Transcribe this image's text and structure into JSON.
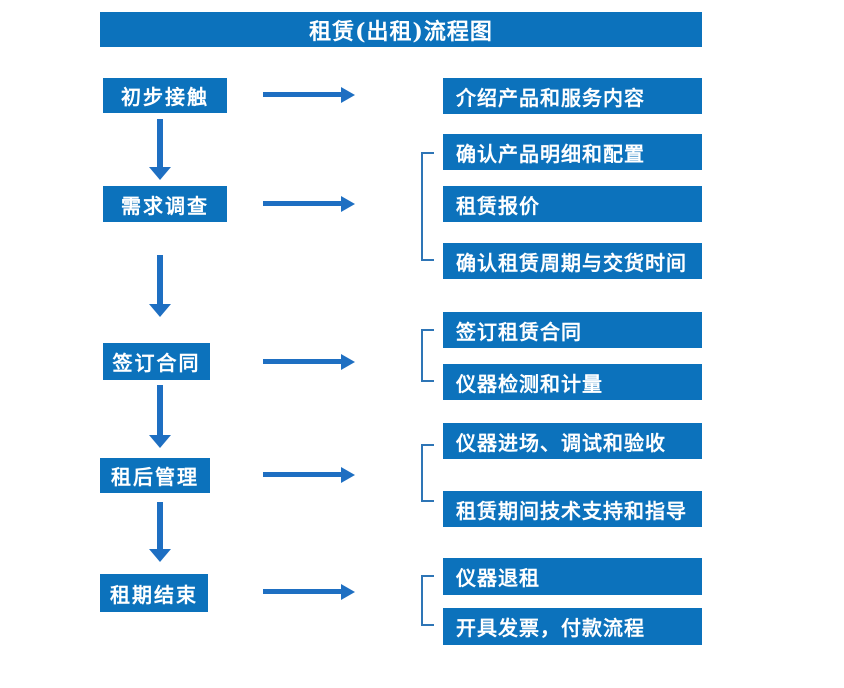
{
  "title": "租赁(出租)流程图",
  "steps": [
    {
      "label": "初步接触",
      "outputs": [
        "介绍产品和服务内容"
      ]
    },
    {
      "label": "需求调查",
      "outputs": [
        "确认产品明细和配置",
        "租赁报价",
        "确认租赁周期与交货时间"
      ]
    },
    {
      "label": "签订合同",
      "outputs": [
        "签订租赁合同",
        "仪器检测和计量"
      ]
    },
    {
      "label": "租后管理",
      "outputs": [
        "仪器进场、调试和验收",
        "租赁期间技术支持和指导"
      ]
    },
    {
      "label": "租期结束",
      "outputs": [
        "仪器退租",
        "开具发票，付款流程"
      ]
    }
  ],
  "colors": {
    "box_fill": "#0c72bc",
    "arrow": "#1e6fc2",
    "bracket": "#2e75b6",
    "text": "#ffffff",
    "background": "#ffffff"
  }
}
